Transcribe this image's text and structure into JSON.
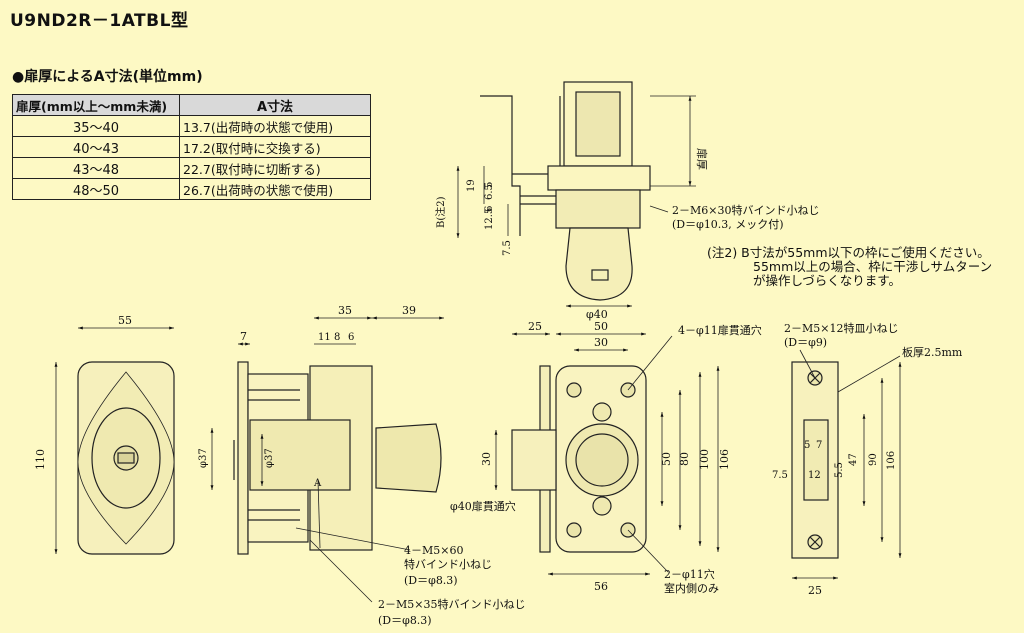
{
  "model_title": "U9ND2R－1ATBL型",
  "table": {
    "heading": "●扉厚によるA寸法(単位mm)",
    "headers": [
      "扉厚(mm以上～mm未満)",
      "A寸法"
    ],
    "rows": [
      [
        "35～40",
        "13.7(出荷時の状態で使用)"
      ],
      [
        "40～43",
        "17.2(取付時に交換する)"
      ],
      [
        "43～48",
        "22.7(取付時に切断する)"
      ],
      [
        "48～50",
        "26.7(出荷時の状態で使用)"
      ]
    ]
  },
  "note": {
    "lines": [
      "(注2) B寸法が55mm以下の枠にご使用ください。",
      "55mm以上の場合、枠に干渉しサムターン",
      "が操作しづらくなります。"
    ]
  },
  "top_view": {
    "door_thickness": "扉厚",
    "b_note": "B(注2)",
    "dims": [
      "19",
      "5",
      "6.5",
      "12.5",
      "6",
      "7.5",
      "φ40"
    ],
    "screw": [
      "2－M6×30特バインド小ねじ",
      "(D＝φ10.3, メック付)"
    ]
  },
  "front_view": {
    "w": "55",
    "h": "110"
  },
  "side_view": {
    "dims": [
      "35",
      "39",
      "7",
      "11",
      "8",
      "6",
      "φ37",
      "φ37",
      "A"
    ],
    "screw1": [
      "4－M5×60",
      "特バインド小ねじ",
      "(D＝φ8.3)"
    ],
    "screw2": [
      "2－M5×35特バインド小ねじ",
      "(D＝φ8.3)"
    ]
  },
  "case_view": {
    "dims": [
      "25",
      "50",
      "30",
      "30",
      "50",
      "80",
      "100",
      "106",
      "56"
    ],
    "hole1": "4－φ11扉貫通穴",
    "hole2": "φ40扉貫通穴",
    "hole3": [
      "2－φ11穴",
      "室内側のみ"
    ]
  },
  "strike_view": {
    "screw": [
      "2－M5×12特皿小ねじ",
      "(D＝φ9)"
    ],
    "plate": "板厚2.5mm",
    "dims": [
      "5",
      "7",
      "7.5",
      "12",
      "5.5",
      "47",
      "90",
      "106",
      "25"
    ]
  }
}
